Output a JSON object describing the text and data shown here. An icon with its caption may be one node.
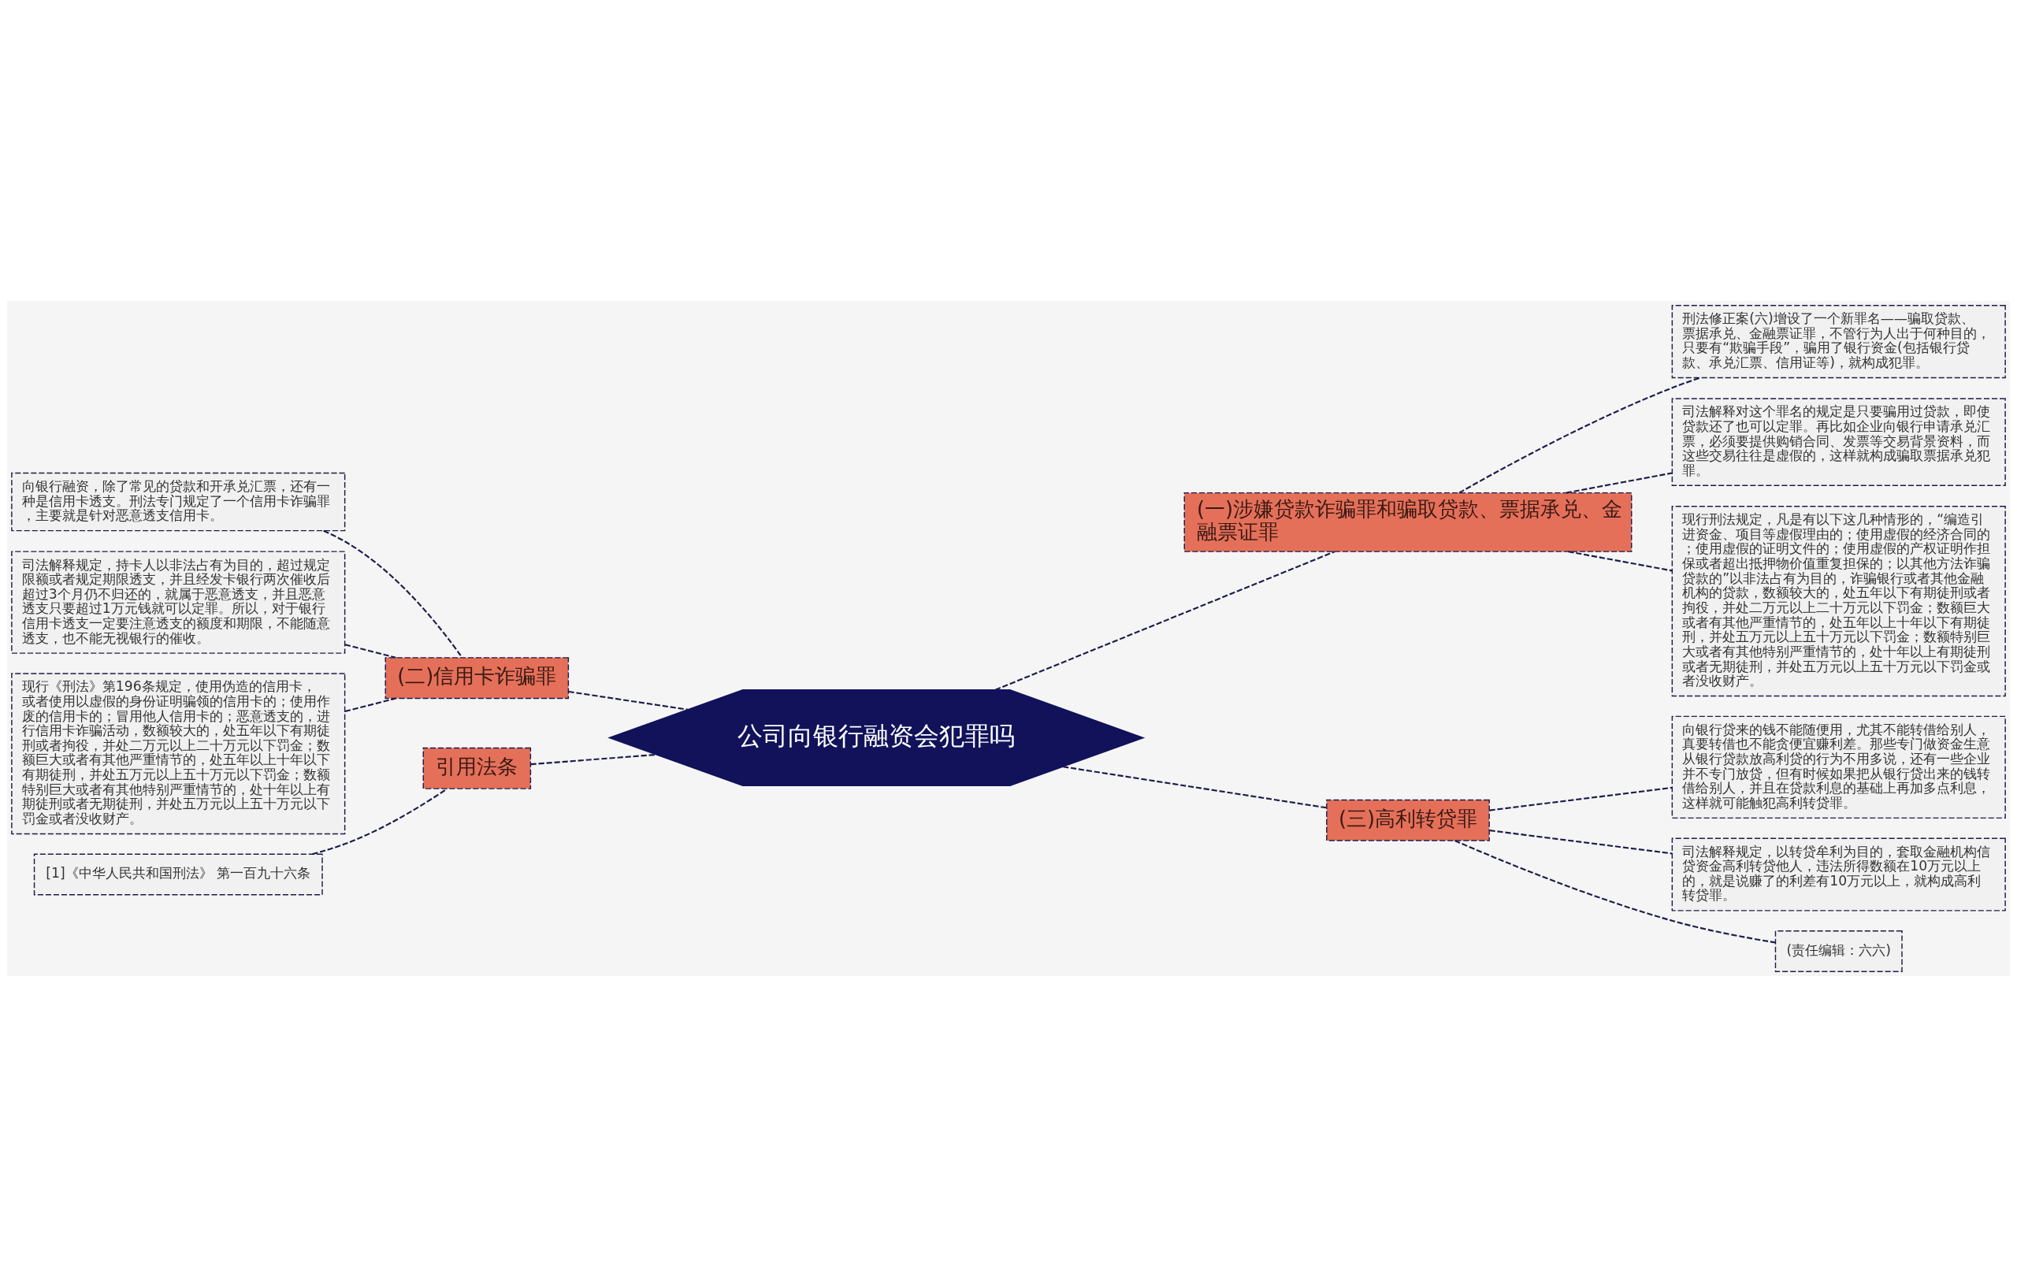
{
  "diagram": {
    "nodes": [
      {
        "text": [
          "公司向银行融资会犯罪吗"
        ]
      },
      {
        "text": [
          "(一)涉嫌贷款诈骗罪和骗取贷款、票据承兑、金融票证罪"
        ]
      },
      {
        "text": [
          "刑法修正案(六)增设了一个新罪名——骗取贷款、票据承兑、金融票证罪，不管行为人出于何种目的，只要有“欺骗手段”，骗用了银行资金(包括银行贷款、承兑汇票、信用证等)，就构成犯罪。"
        ]
      },
      {
        "text": [
          "司法解释对这个罪名的规定是只要骗用过贷款，即使贷款还了也可以定罪。再比如企业向银行申请承兑汇票，必须要提供购销合同、发票等交易背景资料，而这些交易往往是虚假的，这样就构成骗取票据承兑犯罪。"
        ]
      },
      {
        "text": [
          "现行刑法规定，凡是有以下这几种情形的，“编造引进资金、项目等虚假理由的；使用虚假的经济合同的；使用虚假的证明文件的；使用虚假的产权证明作担保或者超出抵押物价值重复担保的；以其他方法诈骗贷款的”以非法占有为目的，诈骗银行或者其他金融机构的贷款，数额较大的，处五年以下有期徒刑或者拘役，并处二万元以上二十万元以下罚金；数额巨大或者有其他严重情节的，处五年以上十年以下有期徒刑，并处五万元以上五十万元以下罚金；数额特别巨大或者有其他特别严重情节的，处十年以上有期徒刑或者无期徒刑，并处五万元以上五十万元以下罚金或者没收财产。"
        ]
      },
      {
        "text": [
          "(二)信用卡诈骗罪"
        ]
      },
      {
        "text": [
          "向银行融资，除了常见的贷款和开承兑汇票，还有一种是信用卡透支。刑法专门规定了一个信用卡诈骗罪，主要就是针对恶意透支信用卡。"
        ]
      },
      {
        "text": [
          "司法解释规定，持卡人以非法占有为目的，超过规定限额或者规定期限透支，并且经发卡银行两次催收后超过3个月仍不归还的，就属于恶意透支，并且恶意透支只要超过1万元钱就可以定罪。所以，对于银行信用卡透支一定要注意透支的额度和期限，不能随意透支，也不能无视银行的催收。"
        ]
      },
      {
        "text": [
          "现行《刑法》第196条规定，使用伪造的信用卡，或者使用以虚假的身份证明骗领的信用卡的；使用作废的信用卡的；冒用他人信用卡的；恶意透支的，进行信用卡诈骗活动，数额较大的，处五年以下有期徒刑或者拘役，并处二万元以上二十万元以下罚金；数额巨大或者有其他严重情节的，处五年以上十年以下有期徒刑，并处五万元以上五十万元以下罚金；数额特别巨大或者有其他特别严重情节的，处十年以上有期徒刑或者无期徒刑，并处五万元以上五十万元以下罚金或者没收财产。"
        ]
      },
      {
        "text": [
          "(三)高利转贷罪"
        ]
      },
      {
        "text": [
          "向银行贷来的钱不能随便用，尤其不能转借给别人，真要转借也不能贪便宜赚利差。那些专门做资金生意从银行贷款放高利贷的行为不用多说，还有一些企业并不专门放贷，但有时候如果把从银行贷出来的钱转借给别人，并且在贷款利息的基础上再加多点利息，这样就可能触犯高利转贷罪。"
        ]
      },
      {
        "text": [
          "司法解释规定，以转贷牟利为目的，套取金融机构信贷资金高利转贷他人，违法所得数额在10万元以上的，就是说赚了的利差有10万元以上，就构成高利转贷罪。"
        ]
      },
      {
        "text": [
          "(责任编辑：六六)"
        ]
      },
      {
        "text": [
          "引用法条"
        ]
      },
      {
        "text": [
          "[1]《中华人民共和国刑法》 第一百九十六条"
        ]
      }
    ],
    "edges": [
      {
        "from": 0,
        "to": 1,
        "arrow": "none",
        "style": "dashed"
      },
      {
        "from": 1,
        "to": 2,
        "arrow": "none",
        "style": "dashed"
      },
      {
        "from": 1,
        "to": 3,
        "arrow": "none",
        "style": "dashed"
      },
      {
        "from": 1,
        "to": 4,
        "arrow": "none",
        "style": "dashed"
      },
      {
        "from": 0,
        "to": 5,
        "arrow": "none",
        "style": "dashed"
      },
      {
        "from": 5,
        "to": 6,
        "arrow": "none",
        "style": "dashed"
      },
      {
        "from": 5,
        "to": 7,
        "arrow": "none",
        "style": "dashed"
      },
      {
        "from": 5,
        "to": 8,
        "arrow": "none",
        "style": "dashed"
      },
      {
        "from": 0,
        "to": 9,
        "arrow": "none",
        "style": "dashed"
      },
      {
        "from": 9,
        "to": 10,
        "arrow": "none",
        "style": "dashed"
      },
      {
        "from": 9,
        "to": 11,
        "arrow": "none",
        "style": "dashed"
      },
      {
        "from": 9,
        "to": 12,
        "arrow": "none",
        "style": "dashed"
      },
      {
        "from": 0,
        "to": 13,
        "arrow": "none",
        "style": "dashed"
      },
      {
        "from": 13,
        "to": 14,
        "arrow": "none",
        "style": "dashed"
      }
    ]
  }
}
